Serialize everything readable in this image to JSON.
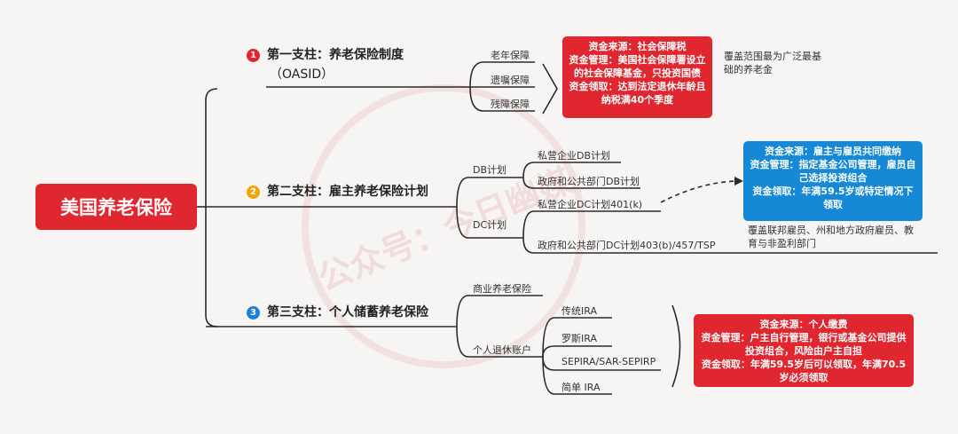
{
  "watermark": "公众号：今日幽媒",
  "root_title": "美国养老保险",
  "pillars": [
    {
      "badge": "1",
      "badge_color": "#e0262e",
      "title": "第一支柱：养老保险制度",
      "title_sub": "（OASID）",
      "items": [
        "老年保障",
        "遗嘱保障",
        "残障保障"
      ],
      "box_lines": [
        "资金来源：社会保障税",
        "资金管理：美国社会保障署设立的社会保障基金，只投资国债",
        "资金领取：达到法定退休年龄且纳税满40个季度"
      ],
      "note": "覆盖范围最为广泛最基础的养老金"
    },
    {
      "badge": "2",
      "badge_color": "#f0a500",
      "title": "第二支柱：雇主养老保险计划",
      "groups": [
        {
          "label": "DB计划",
          "items": [
            "私营企业DB计划",
            "政府和公共部门DB计划"
          ]
        },
        {
          "label": "DC计划",
          "items": [
            "私营企业DC计划401(k)",
            "政府和公共部门DC计划403(b)/457/TSP"
          ]
        }
      ],
      "box_lines": [
        "资金来源：雇主与雇员共同缴纳",
        "资金管理：指定基金公司管理，雇员自己选择投资组合",
        "资金领取：年满59.5岁或特定情况下领取"
      ],
      "note": "覆盖联邦雇员、州和地方政府雇员、教育与非盈利部门"
    },
    {
      "badge": "3",
      "badge_color": "#1e7fd6",
      "title": "第三支柱：个人储蓄养老保险",
      "groups": [
        {
          "label": "商业养老保险",
          "items": []
        },
        {
          "label": "个人退休账户",
          "items": [
            "传统IRA",
            "罗斯IRA",
            "SEPIRA/SAR-SEPIRP",
            "简单 IRA"
          ]
        }
      ],
      "box_lines": [
        "资金来源：个人缴费",
        "资金管理：户主自行管理，银行或基金公司提供投资组合，风险由户主自担",
        "资金领取：年满59.5岁后可以领取，年满70.5岁必须领取"
      ]
    }
  ],
  "colors": {
    "root": "#e0262e",
    "red_box": "#e0262e",
    "blue_box": "#1588d6",
    "line": "#2b2b2b"
  }
}
